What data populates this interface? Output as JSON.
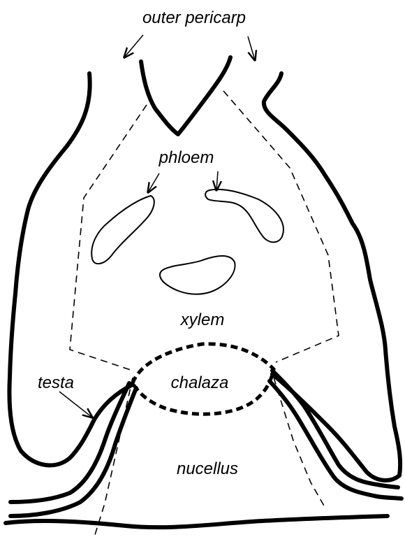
{
  "labels": {
    "outer_pericarp": "outer pericarp",
    "phloem": "phloem",
    "xylem": "xylem",
    "testa": "testa",
    "chalaza": "chalaza",
    "nucellus": "nucellus"
  }
}
